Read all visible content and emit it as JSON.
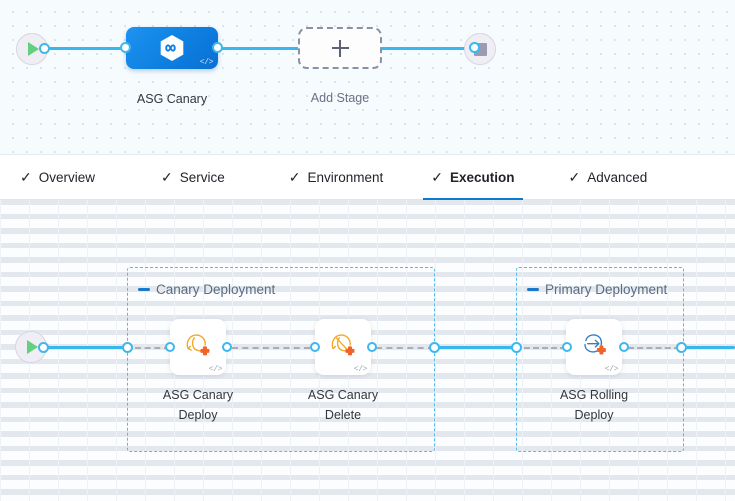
{
  "stage_canvas": {
    "start_node": {
      "icon": "play-icon",
      "name": "pipeline-start"
    },
    "end_node": {
      "icon": "stop-icon",
      "name": "pipeline-end"
    },
    "stage": {
      "label": "ASG Canary",
      "icon": "harness-cd-hexagon-icon",
      "code_badge": "</>",
      "color": "#0d7fe0"
    },
    "add_stage": {
      "label": "Add Stage",
      "icon": "plus-icon"
    }
  },
  "tabs": [
    {
      "label": "Overview",
      "check": "✓",
      "active": false
    },
    {
      "label": "Service",
      "check": "✓",
      "active": false
    },
    {
      "label": "Environment",
      "check": "✓",
      "active": false
    },
    {
      "label": "Execution",
      "check": "✓",
      "active": true
    },
    {
      "label": "Advanced",
      "check": "✓",
      "active": false
    }
  ],
  "tab_accent_color": "#0b7ad1",
  "execution": {
    "start_node": {
      "icon": "play-icon",
      "name": "execution-start"
    },
    "groups": [
      {
        "title": "Canary Deployment",
        "steps": [
          {
            "label": "ASG Canary Deploy",
            "line1": "ASG Canary",
            "line2": "Deploy",
            "icon": "asg-canary-deploy-icon",
            "code_badge": "</>"
          },
          {
            "label": "ASG Canary Delete",
            "line1": "ASG Canary",
            "line2": "Delete",
            "icon": "asg-canary-delete-icon",
            "code_badge": "</>"
          }
        ]
      },
      {
        "title": "Primary Deployment",
        "steps": [
          {
            "label": "ASG Rolling Deploy",
            "line1": "ASG Rolling",
            "line2": "Deploy",
            "icon": "asg-rolling-deploy-icon",
            "code_badge": "</>"
          }
        ]
      }
    ]
  },
  "colors": {
    "connector_blue": "#38b6ed",
    "group_border": "#55b8ef",
    "aws_orange": "#f59a23",
    "aws_blue": "#2874b8"
  }
}
